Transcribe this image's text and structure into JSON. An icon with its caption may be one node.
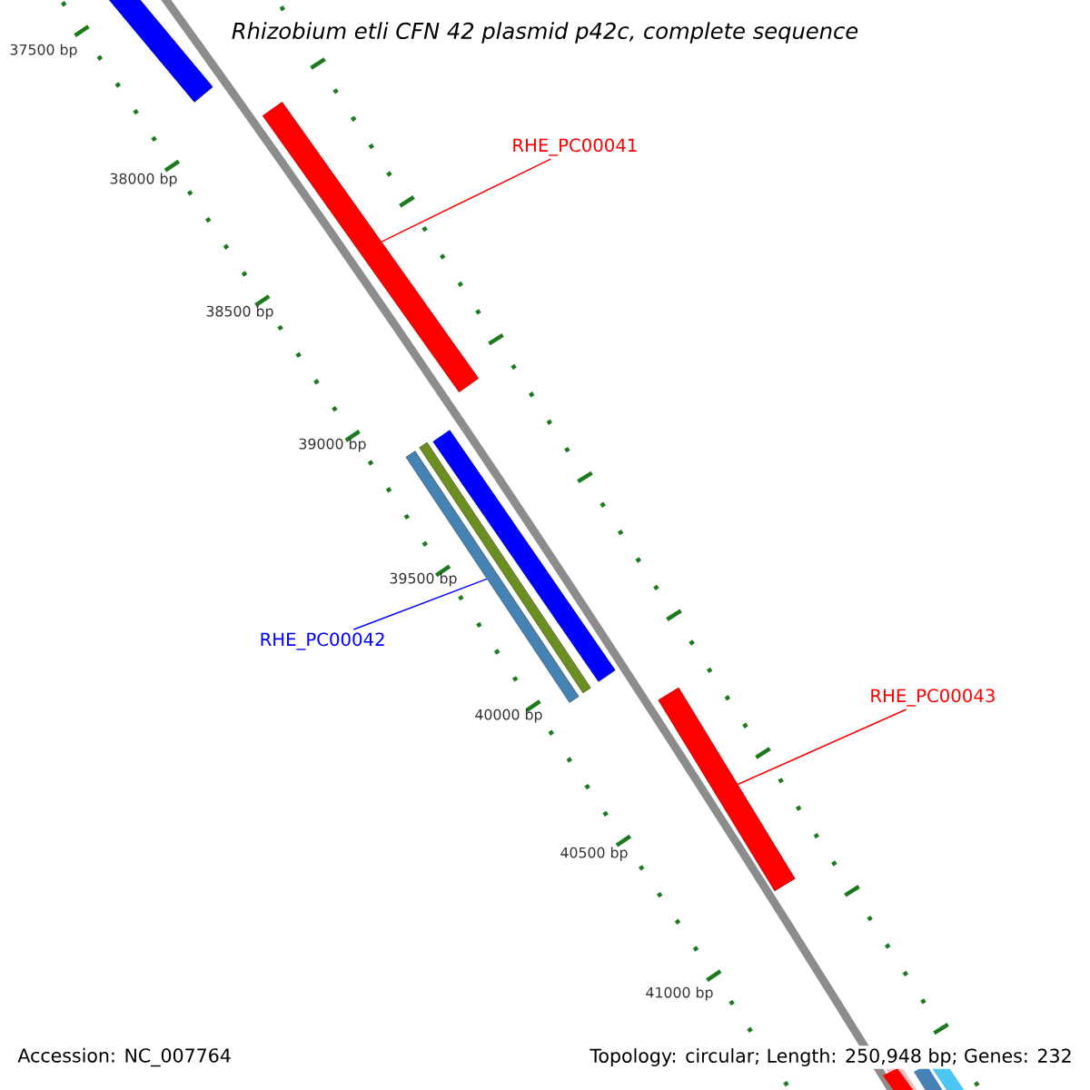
{
  "diagram": {
    "title": "Rhizobium etli CFN 42 plasmid p42c, complete sequence",
    "nodes": [
      {
        "text": [],
        "shape": "bar"
      },
      {
        "text": [],
        "shape": "bar"
      },
      {
        "text": [
          "RHE_PC00041"
        ]
      },
      {
        "text": [],
        "shape": "bar"
      },
      {
        "text": [],
        "shape": "bar"
      },
      {
        "text": [],
        "shape": "bar"
      },
      {
        "text": [
          "RHE_PC00042"
        ]
      },
      {
        "text": [],
        "shape": "bar"
      },
      {
        "text": [
          "RHE_PC00043"
        ]
      }
    ],
    "edges": [
      {
        "from": 2,
        "to": 1,
        "arrow": "none",
        "color": "#ff0000"
      },
      {
        "from": 6,
        "to": 3,
        "arrow": "none",
        "color": "#0000ff"
      },
      {
        "from": 8,
        "to": 7,
        "arrow": "none",
        "color": "#ff0000"
      }
    ],
    "labels": [
      "37500 bp",
      "38000 bp",
      "38500 bp",
      "39000 bp",
      "39500 bp",
      "40000 bp",
      "40500 bp",
      "41000 bp",
      "Accession: NC_007764",
      "Topology: circular; Length: 250,948 bp; Genes: 232"
    ]
  }
}
